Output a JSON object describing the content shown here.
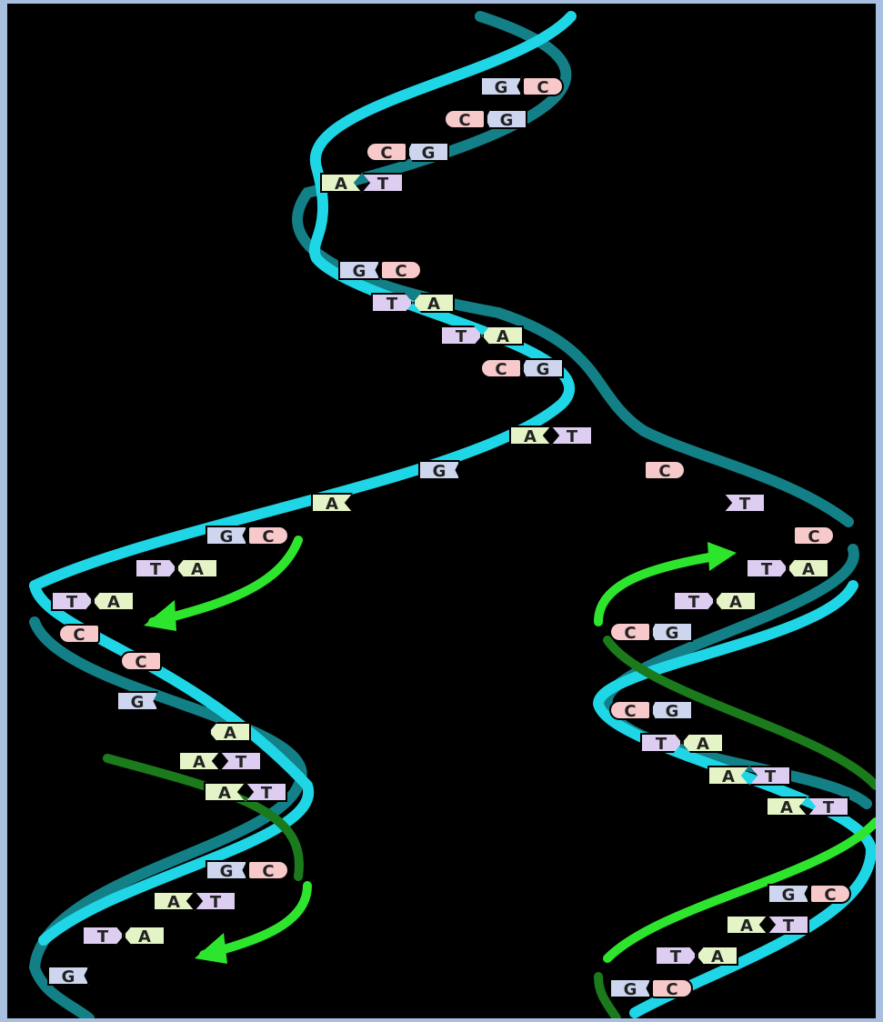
{
  "colors": {
    "frame": "#a9bfe0",
    "background": "#000000",
    "parent_strand_a": "#1ed6e6",
    "parent_strand_b": "#137f86",
    "new_strand": "#2ee52e",
    "new_strand_dark": "#1b7a1b",
    "base_A": "#e4f4c6",
    "base_T": "#ddcdf0",
    "base_G": "#cdd6ee",
    "base_C": "#f7c9cb"
  },
  "diagram": {
    "parent_pairs": [
      [
        "G",
        "C"
      ],
      [
        "C",
        "G"
      ],
      [
        "C",
        "G"
      ],
      [
        "A",
        "T"
      ],
      [
        "G",
        "C"
      ],
      [
        "T",
        "A"
      ],
      [
        "T",
        "A"
      ],
      [
        "C",
        "G"
      ],
      [
        "A",
        "T"
      ]
    ],
    "unpaired_left": [
      "G",
      "A"
    ],
    "unpaired_right": [
      "C",
      "T",
      "C"
    ],
    "left_daughter": [
      [
        "G",
        "C"
      ],
      [
        "T",
        "A"
      ],
      [
        "T",
        "A"
      ],
      [
        "C",
        ""
      ],
      [
        "C",
        ""
      ],
      [
        "G",
        ""
      ],
      [
        "",
        "A"
      ],
      [
        "A",
        "T"
      ],
      [
        "A",
        "T"
      ],
      [
        "G",
        "C"
      ],
      [
        "A",
        "T"
      ],
      [
        "T",
        "A"
      ],
      [
        "G",
        ""
      ]
    ],
    "right_daughter": [
      [
        "T",
        "A"
      ],
      [
        "T",
        "A"
      ],
      [
        "C",
        "G"
      ],
      [
        "C",
        "G"
      ],
      [
        "T",
        "A"
      ],
      [
        "A",
        "T"
      ],
      [
        "A",
        "T"
      ],
      [
        "G",
        "C"
      ],
      [
        "A",
        "T"
      ],
      [
        "T",
        "A"
      ],
      [
        "G",
        "C"
      ]
    ]
  }
}
